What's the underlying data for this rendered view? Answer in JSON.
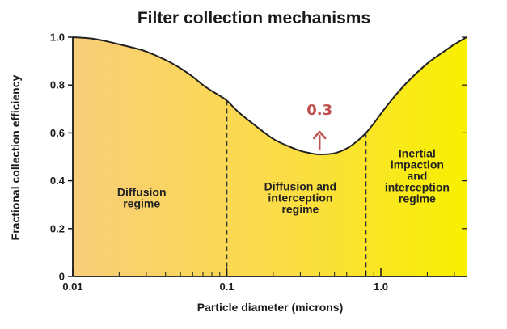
{
  "chart_data": {
    "type": "area",
    "title": "Filter collection mechanisms",
    "xlabel": "Particle diameter (microns)",
    "ylabel": "Fractional collection efficiency",
    "x_scale": "log",
    "xlim": [
      0.01,
      3.6
    ],
    "ylim": [
      0,
      1.0
    ],
    "grid": false,
    "x_ticks": [
      {
        "value": 0.01,
        "label": "0.01"
      },
      {
        "value": 0.1,
        "label": "0.1"
      },
      {
        "value": 1.0,
        "label": "1.0"
      }
    ],
    "y_ticks": [
      {
        "value": 0,
        "label": "0"
      },
      {
        "value": 0.2,
        "label": "0.2"
      },
      {
        "value": 0.4,
        "label": "0.4"
      },
      {
        "value": 0.6,
        "label": "0.6"
      },
      {
        "value": 0.8,
        "label": "0.8"
      },
      {
        "value": 1.0,
        "label": "1.0"
      }
    ],
    "series": [
      {
        "x": [
          0.01,
          0.013,
          0.016,
          0.02,
          0.025,
          0.03,
          0.04,
          0.05,
          0.06,
          0.07,
          0.08,
          0.09,
          0.1,
          0.12,
          0.15,
          0.2,
          0.25,
          0.3,
          0.35,
          0.4,
          0.5,
          0.6,
          0.7,
          0.8,
          0.9,
          1.0,
          1.2,
          1.5,
          2.0,
          2.5,
          3.0,
          3.6
        ],
        "y": [
          1.0,
          0.995,
          0.985,
          0.97,
          0.955,
          0.94,
          0.905,
          0.87,
          0.835,
          0.8,
          0.775,
          0.755,
          0.735,
          0.685,
          0.635,
          0.575,
          0.545,
          0.525,
          0.515,
          0.51,
          0.515,
          0.535,
          0.565,
          0.6,
          0.64,
          0.68,
          0.745,
          0.815,
          0.89,
          0.935,
          0.97,
          1.0
        ]
      }
    ],
    "regime_boundaries": [
      0.1,
      0.8
    ],
    "regions": [
      {
        "x": 0.028,
        "y": 0.33,
        "lines": [
          "Diffusion",
          "regime"
        ]
      },
      {
        "x": 0.3,
        "y": 0.33,
        "lines": [
          "Diffusion and",
          "interception",
          "regime"
        ]
      },
      {
        "x": 1.72,
        "y": 0.42,
        "lines": [
          "Inertial",
          "impaction",
          "and",
          "interception",
          "regime"
        ]
      }
    ],
    "annotation": {
      "label": "0.3",
      "x": 0.4,
      "y_text": 0.675,
      "arrow_from": 0.605,
      "arrow_to": 0.53,
      "color": "#c0504d"
    },
    "colors": {
      "fill_left": "#f9cd7a",
      "fill_mid": "#fbdd45",
      "fill_right": "#f8f000",
      "line": "#222222"
    }
  }
}
